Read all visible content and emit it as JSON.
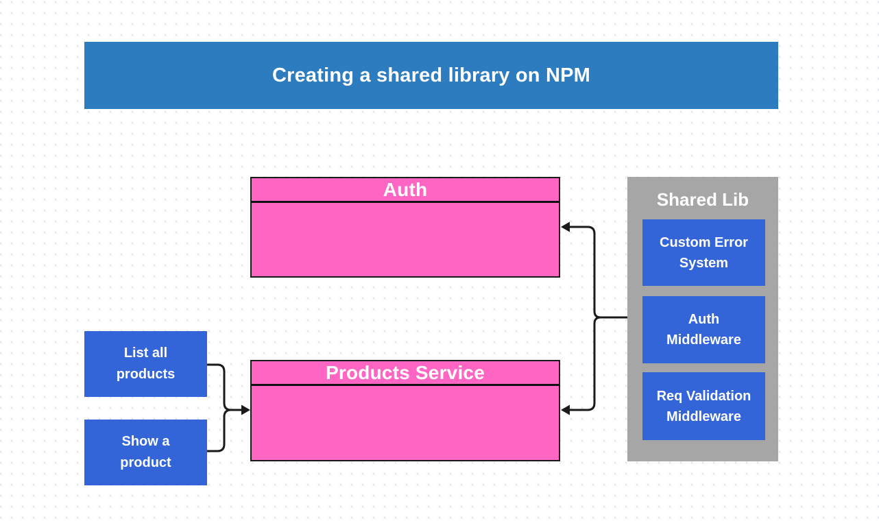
{
  "title": "Creating a shared library on NPM",
  "services": [
    {
      "id": "auth",
      "title": "Auth"
    },
    {
      "id": "products",
      "title": "Products Service"
    }
  ],
  "endpoints": [
    {
      "label": "List all products"
    },
    {
      "label": "Show a product"
    }
  ],
  "shared_lib": {
    "title": "Shared Lib",
    "modules": [
      {
        "label": "Custom Error System"
      },
      {
        "label": "Auth Middleware"
      },
      {
        "label": "Req Validation Middleware"
      }
    ]
  },
  "connections": [
    {
      "from": "List all products",
      "to": "Products Service"
    },
    {
      "from": "Show a product",
      "to": "Products Service"
    },
    {
      "from": "Shared Lib",
      "to": "Auth"
    },
    {
      "from": "Shared Lib",
      "to": "Products Service"
    }
  ],
  "colors": {
    "header_blue": "#2e7cc0",
    "service_pink": "#ff66c4",
    "module_blue": "#3365d8",
    "sharedlib_gray": "#a6a6a6",
    "connector_dark": "#1a1a1a",
    "grid_dot": "#e4e9ee",
    "text_white": "#ffffff"
  }
}
